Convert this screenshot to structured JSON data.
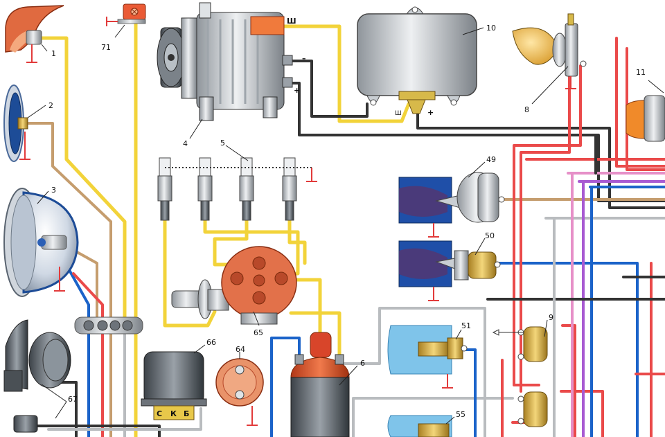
{
  "labels": {
    "n1": "1",
    "n2": "2",
    "n3": "3",
    "n4": "4",
    "n5": "5",
    "n6": "6",
    "n8": "8",
    "n9": "9",
    "n10": "10",
    "n11": "11",
    "n49": "49",
    "n50": "50",
    "n51": "51",
    "n55": "55",
    "n64": "64",
    "n65": "65",
    "n66": "66",
    "n67": "67",
    "n71": "71"
  },
  "terminals": {
    "alt_sh": "Ш",
    "alt_minus": "–",
    "alt_plus": "+",
    "reg_sh": "Ш",
    "reg_plus": "+",
    "relay_s": "С",
    "relay_k": "К",
    "relay_b": "Б"
  },
  "colors": {
    "yellow": "#f2d33a",
    "tan": "#c59d6e",
    "red": "#ea4a4a",
    "pink": "#e690c8",
    "purple": "#a85ad2",
    "blue": "#1b63c9",
    "gray": "#b9bcbf",
    "black": "#333333",
    "coolant": "#7fc4ea",
    "sender_block": "#1f4fa8",
    "distributor_cap": "#e2714a",
    "coil": "#e2532e",
    "brass": "#d9b24a"
  }
}
